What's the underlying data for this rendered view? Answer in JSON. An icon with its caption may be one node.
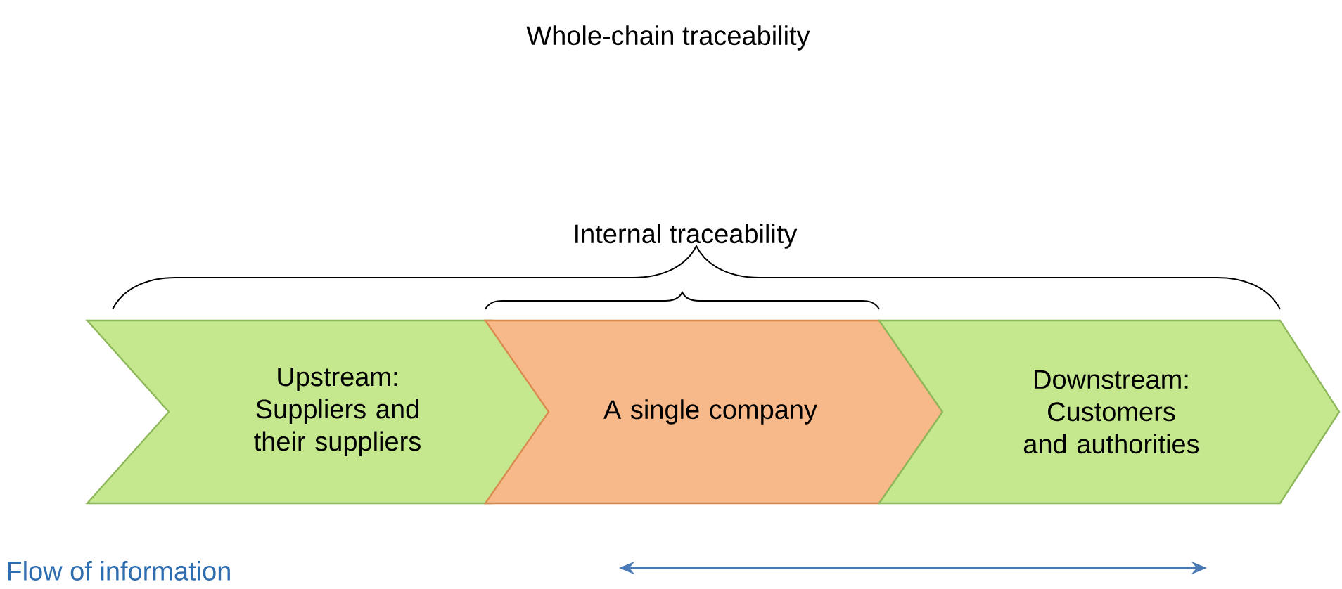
{
  "diagram": {
    "nodes": [
      {
        "text": [
          "Upstream: Suppliers and their suppliers"
        ]
      },
      {
        "text": [
          "A single company"
        ]
      },
      {
        "text": [
          "Downstream: Customers and authorities"
        ]
      }
    ],
    "labels": [
      "Whole-chain traceability",
      "Internal traceability",
      "Flow of information"
    ]
  }
}
